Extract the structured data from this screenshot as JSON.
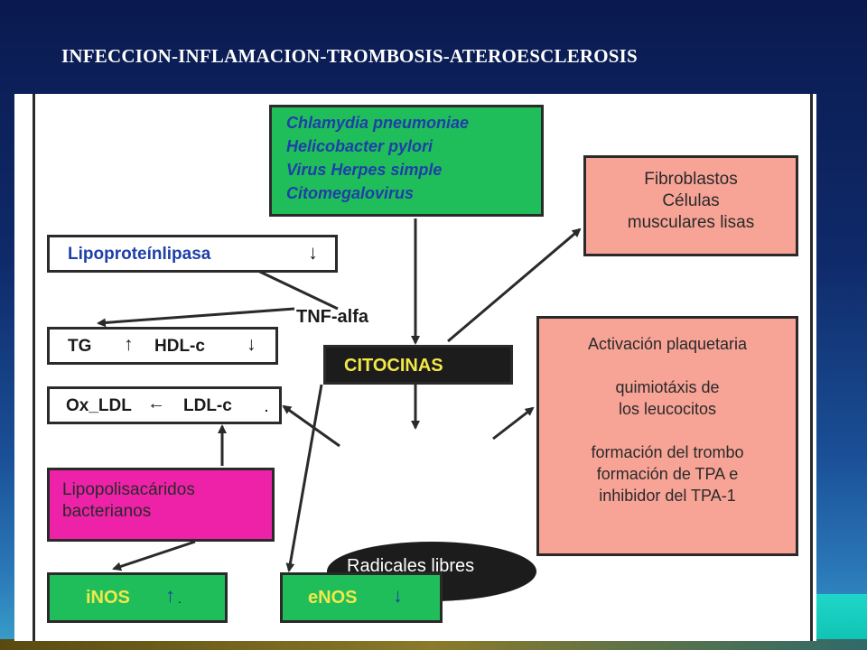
{
  "slide": {
    "title": "INFECCION-INFLAMACION-TROMBOSIS-ATEROESCLEROSIS"
  },
  "diagram": {
    "bacteria": [
      "Chlamydia pneumoniae",
      "Helicobacter pylori",
      "Virus Herpes simple",
      "Citomegalovirus"
    ],
    "fibroblastos": [
      "Fibroblastos",
      "Células",
      "musculares lisas"
    ],
    "lipoproteinlipasa": "Lipoproteínlipasa",
    "lipoproteinlipasa_arrow": "↓",
    "tnf": "TNF-alfa",
    "tg": "TG",
    "tg_arrow": "↑",
    "hdl": "HDL-c",
    "hdl_arrow": "↓",
    "citocinas": "CITOCINAS",
    "oxldl": "Ox_LDL",
    "oxldl_arrow": "←",
    "ldl": "LDL-c",
    "ldl_dot": ".",
    "radicales": "Radicales libres",
    "activacion": [
      "Activación plaquetaria",
      "",
      "quimiotáxis de",
      "los leucocitos",
      "",
      "formación del trombo",
      "formación de TPA e",
      "inhibidor del TPA-1"
    ],
    "lipopolisacaridos": [
      "Lipopolisacáridos",
      "bacterianos"
    ],
    "inos": "iNOS",
    "inos_arrow": "↑",
    "inos_dot": ".",
    "enos": "eNOS",
    "enos_arrow": "↓"
  },
  "colors": {
    "green_box": "#1fbe5a",
    "salmon_box": "#f7a396",
    "magenta_box": "#ee22a8",
    "text_blue": "#1f3fa8"
  }
}
